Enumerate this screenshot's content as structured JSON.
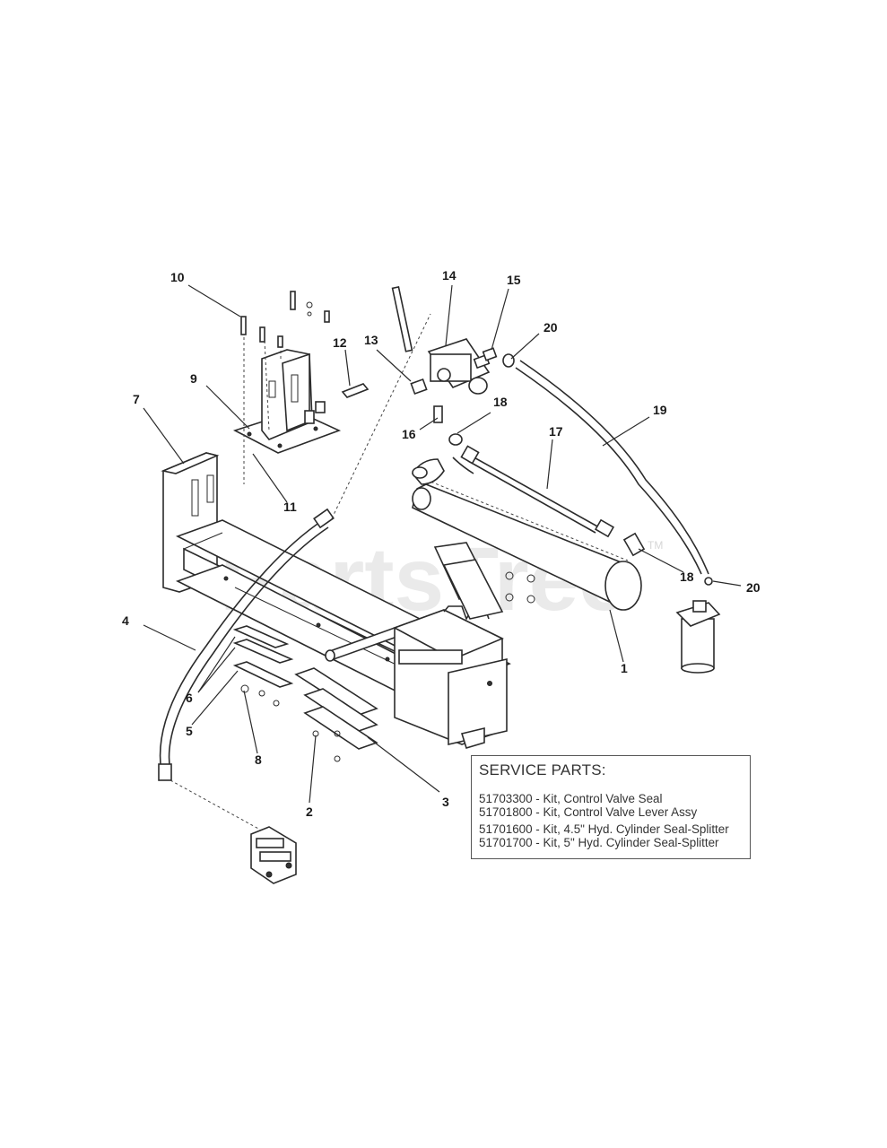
{
  "watermark": {
    "brand": "PartsTree",
    "tm": "TM"
  },
  "callouts": [
    "1",
    "2",
    "3",
    "4",
    "5",
    "6",
    "7",
    "8",
    "9",
    "10",
    "11",
    "12",
    "13",
    "14",
    "15",
    "16",
    "17",
    "18",
    "18",
    "19",
    "20",
    "20"
  ],
  "service_parts": {
    "title": "SERVICE PARTS:",
    "items": [
      "51703300 - Kit, Control Valve Seal",
      "51701800 - Kit, Control Valve Lever Assy",
      "51701600 - Kit, 4.5\" Hyd. Cylinder Seal-Splitter",
      "51701700 - Kit, 5\" Hyd. Cylinder Seal-Splitter"
    ]
  }
}
